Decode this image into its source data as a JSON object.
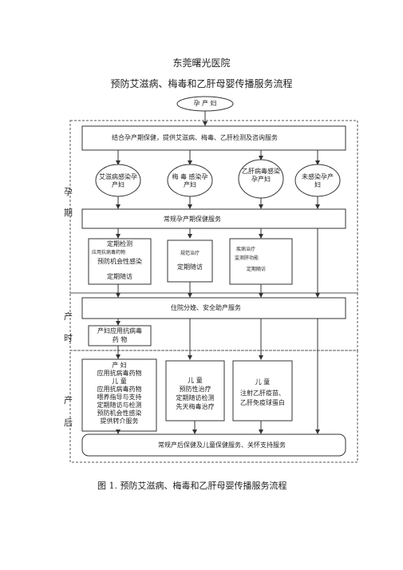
{
  "header": {
    "hospital": "东莞曙光医院",
    "title": "预防艾滋病、梅毒和乙肝母婴传播服务流程"
  },
  "flow": {
    "start": "孕 产 妇",
    "combined_service": "结合孕产期保健，提供艾滋病、梅毒、乙肝检测及咨询服务",
    "groups": [
      "艾滋病感染孕产妇",
      "梅 毒 感染孕产妇",
      "乙肝病毒感染孕产妇",
      "未感染孕产 妇"
    ],
    "routine_pregnancy": "常规孕产期保健服务",
    "hiv_box": {
      "line1": "定期检测",
      "line2": "应用抗病毒药物",
      "line3": "预防机会性感染",
      "line4": "定期随访"
    },
    "syphilis_box": {
      "line1": "规范治疗",
      "line2": "定期随访"
    },
    "hbv_box": {
      "line1": "疾病治疗",
      "line2": "监测肝功能",
      "line3": "定期随访"
    },
    "delivery_service": "住院分娩、安全助产服务",
    "antiviral_delivery": {
      "line1": "产妇应用抗病毒",
      "line2": "药 物"
    },
    "postpartum_hiv": {
      "line1": "产 妇",
      "line2": "应用抗病毒药物",
      "line3": "儿 童",
      "line4": "应用抗病毒药物",
      "line5": "喂养指导与支持",
      "line6": "定期随访与检测",
      "line7": "预防机会性感染",
      "line8": "提供转介服务"
    },
    "postpartum_syphilis": {
      "line1": "儿 童",
      "line2": "预防性治疗",
      "line3": "定期随访检测",
      "line4": "先天梅毒治疗"
    },
    "postpartum_hbv": {
      "line1": "儿 童",
      "line2": "注射乙肝疫苗、",
      "line3": "乙肝免疫球蛋白"
    },
    "postpartum_service": "常规产后保健及儿童保健服务、关怀支持服务"
  },
  "side_labels": {
    "pregnancy": [
      "孕",
      "期"
    ],
    "delivery": [
      "产",
      "时"
    ],
    "postpartum": [
      "产",
      "后"
    ]
  },
  "caption": "图 1.   预防艾滋病、梅毒和乙肝母婴传播服务流程"
}
